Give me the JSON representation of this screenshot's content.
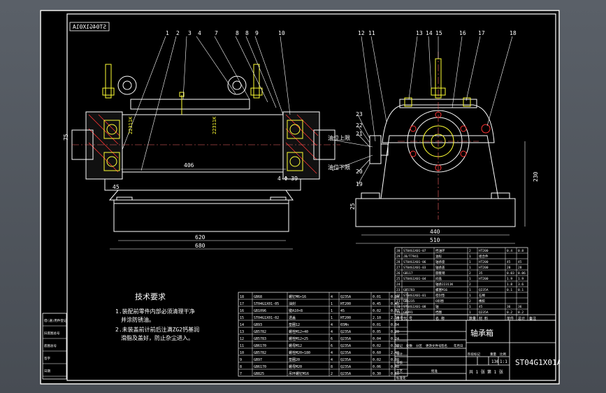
{
  "drawing": {
    "sheet_code_top": "ST04G1X01A",
    "drawing_number": "ST04G1X01A",
    "title_name": "轴承箱",
    "scale": "1:1",
    "sheet_count": "共 1 张",
    "sheet_index": "第 1 张",
    "weight": "136"
  },
  "front_view": {
    "labels": [
      "1",
      "2",
      "3",
      "4",
      "7",
      "8",
      "8",
      "9",
      "10"
    ],
    "dims": {
      "length_inner": "406",
      "total_a": "620",
      "total_b": "680",
      "left_h": "75",
      "foot": "45",
      "holes": "4-Φ 39"
    },
    "bearing_tags": [
      "22311K",
      "22311K"
    ]
  },
  "side_view": {
    "labels_top": [
      "12",
      "11",
      "13",
      "14",
      "15",
      "16",
      "17",
      "18"
    ],
    "labels_left": [
      "23",
      "22",
      "21",
      "20",
      "19"
    ],
    "notes": [
      "油位上限",
      "油位下限"
    ],
    "dims": {
      "base_inner": "440",
      "base_outer": "510",
      "height": "230",
      "left": "25"
    }
  },
  "technical_requirements": {
    "title": "技术要求",
    "lines": [
      "1.装配前零件内部必须清理干净",
      "并涂防锈油。",
      "2.未装盖前计前后注满ZG2钙基润",
      "滑脂及盖好，防止杂尘进入。"
    ]
  },
  "bom_left": {
    "rows": [
      [
        "18",
        "GB68",
        "螺钉M6×16",
        "4",
        "Q235A",
        "0.01",
        "0.04"
      ],
      [
        "17",
        "ST04G1X01-05",
        "油封",
        "1",
        "HT200",
        "0.45",
        "0.45"
      ],
      [
        "16",
        "GB1096",
        "键A10×8",
        "1",
        "45",
        "0.02",
        "0.02"
      ],
      [
        "15",
        "ST04G1X01-02",
        "透盖",
        "1",
        "HT200",
        "2.10",
        "2.10"
      ],
      [
        "14",
        "GB93",
        "垫圈12",
        "4",
        "65Mn",
        "0.01",
        "0.04"
      ],
      [
        "13",
        "GB5782",
        "螺栓M12×40",
        "4",
        "Q235A",
        "0.05",
        "0.20"
      ],
      [
        "12",
        "GB5783",
        "螺栓M12×25",
        "6",
        "Q235A",
        "0.04",
        "0.24"
      ],
      [
        "11",
        "GB6170",
        "螺母M12",
        "6",
        "Q235A",
        "0.02",
        "0.12"
      ],
      [
        "10",
        "GB5782",
        "螺栓M20×180",
        "4",
        "Q235A",
        "0.60",
        "2.40"
      ],
      [
        "9",
        "GB97",
        "垫圈20",
        "4",
        "Q235A",
        "0.02",
        "0.08"
      ],
      [
        "8",
        "GB6170",
        "螺母M20",
        "8",
        "Q235A",
        "0.06",
        "0.48"
      ],
      [
        "7",
        "GB825",
        "吊环螺钉M16",
        "2",
        "Q235A",
        "0.30",
        "0.60"
      ]
    ]
  },
  "bom_right": {
    "rows": [
      [
        "30",
        "ST04G1X01-07",
        "挡油环",
        "2",
        "HT200",
        "0.4",
        "0.8"
      ],
      [
        "29",
        "JB/T7941",
        "油标",
        "1",
        "组合件",
        "",
        ""
      ],
      [
        "28",
        "ST04G1X01-06",
        "轴承座",
        "1",
        "HT200",
        "45",
        "45"
      ],
      [
        "27",
        "ST04G1X01-03",
        "轴承盖",
        "1",
        "HT200",
        "28",
        "28"
      ],
      [
        "26",
        "GB117",
        "圆锥销",
        "2",
        "35",
        "0.03",
        "0.06"
      ],
      [
        "25",
        "ST04G1X01-04",
        "闷盖",
        "1",
        "HT200",
        "1.9",
        "1.9"
      ],
      [
        "24",
        "",
        "轴承22311K",
        "2",
        "",
        "1.8",
        "3.6"
      ],
      [
        "23",
        "GB5783",
        "螺塞M16",
        "1",
        "Q235A",
        "0.1",
        "0.1"
      ],
      [
        "22",
        "ST04G1X01-01",
        "密封垫",
        "1",
        "石棉",
        "",
        ""
      ],
      [
        "21",
        "GB1235",
        "O形圈",
        "2",
        "橡胶",
        "",
        ""
      ],
      [
        "20",
        "ST04G1X01-08",
        "轴",
        "1",
        "45",
        "36",
        "36"
      ],
      [
        "19",
        "GB891",
        "挡圈",
        "1",
        "Q235A",
        "0.2",
        "0.2"
      ]
    ],
    "header": [
      "序号",
      "代 号",
      "名 称",
      "数量",
      "材 料",
      "单件",
      "总计",
      "备注"
    ]
  },
  "left_strip": [
    "借(通)用件登记",
    "旧底图总号",
    "底图总号",
    "签字",
    "日期"
  ],
  "title_block": {
    "labels": [
      "标记",
      "处数",
      "分区",
      "更改文件号",
      "签名",
      "年月日",
      "设计",
      "审核",
      "工艺",
      "标准化",
      "批准",
      "阶段标记",
      "重量",
      "比例"
    ]
  }
}
